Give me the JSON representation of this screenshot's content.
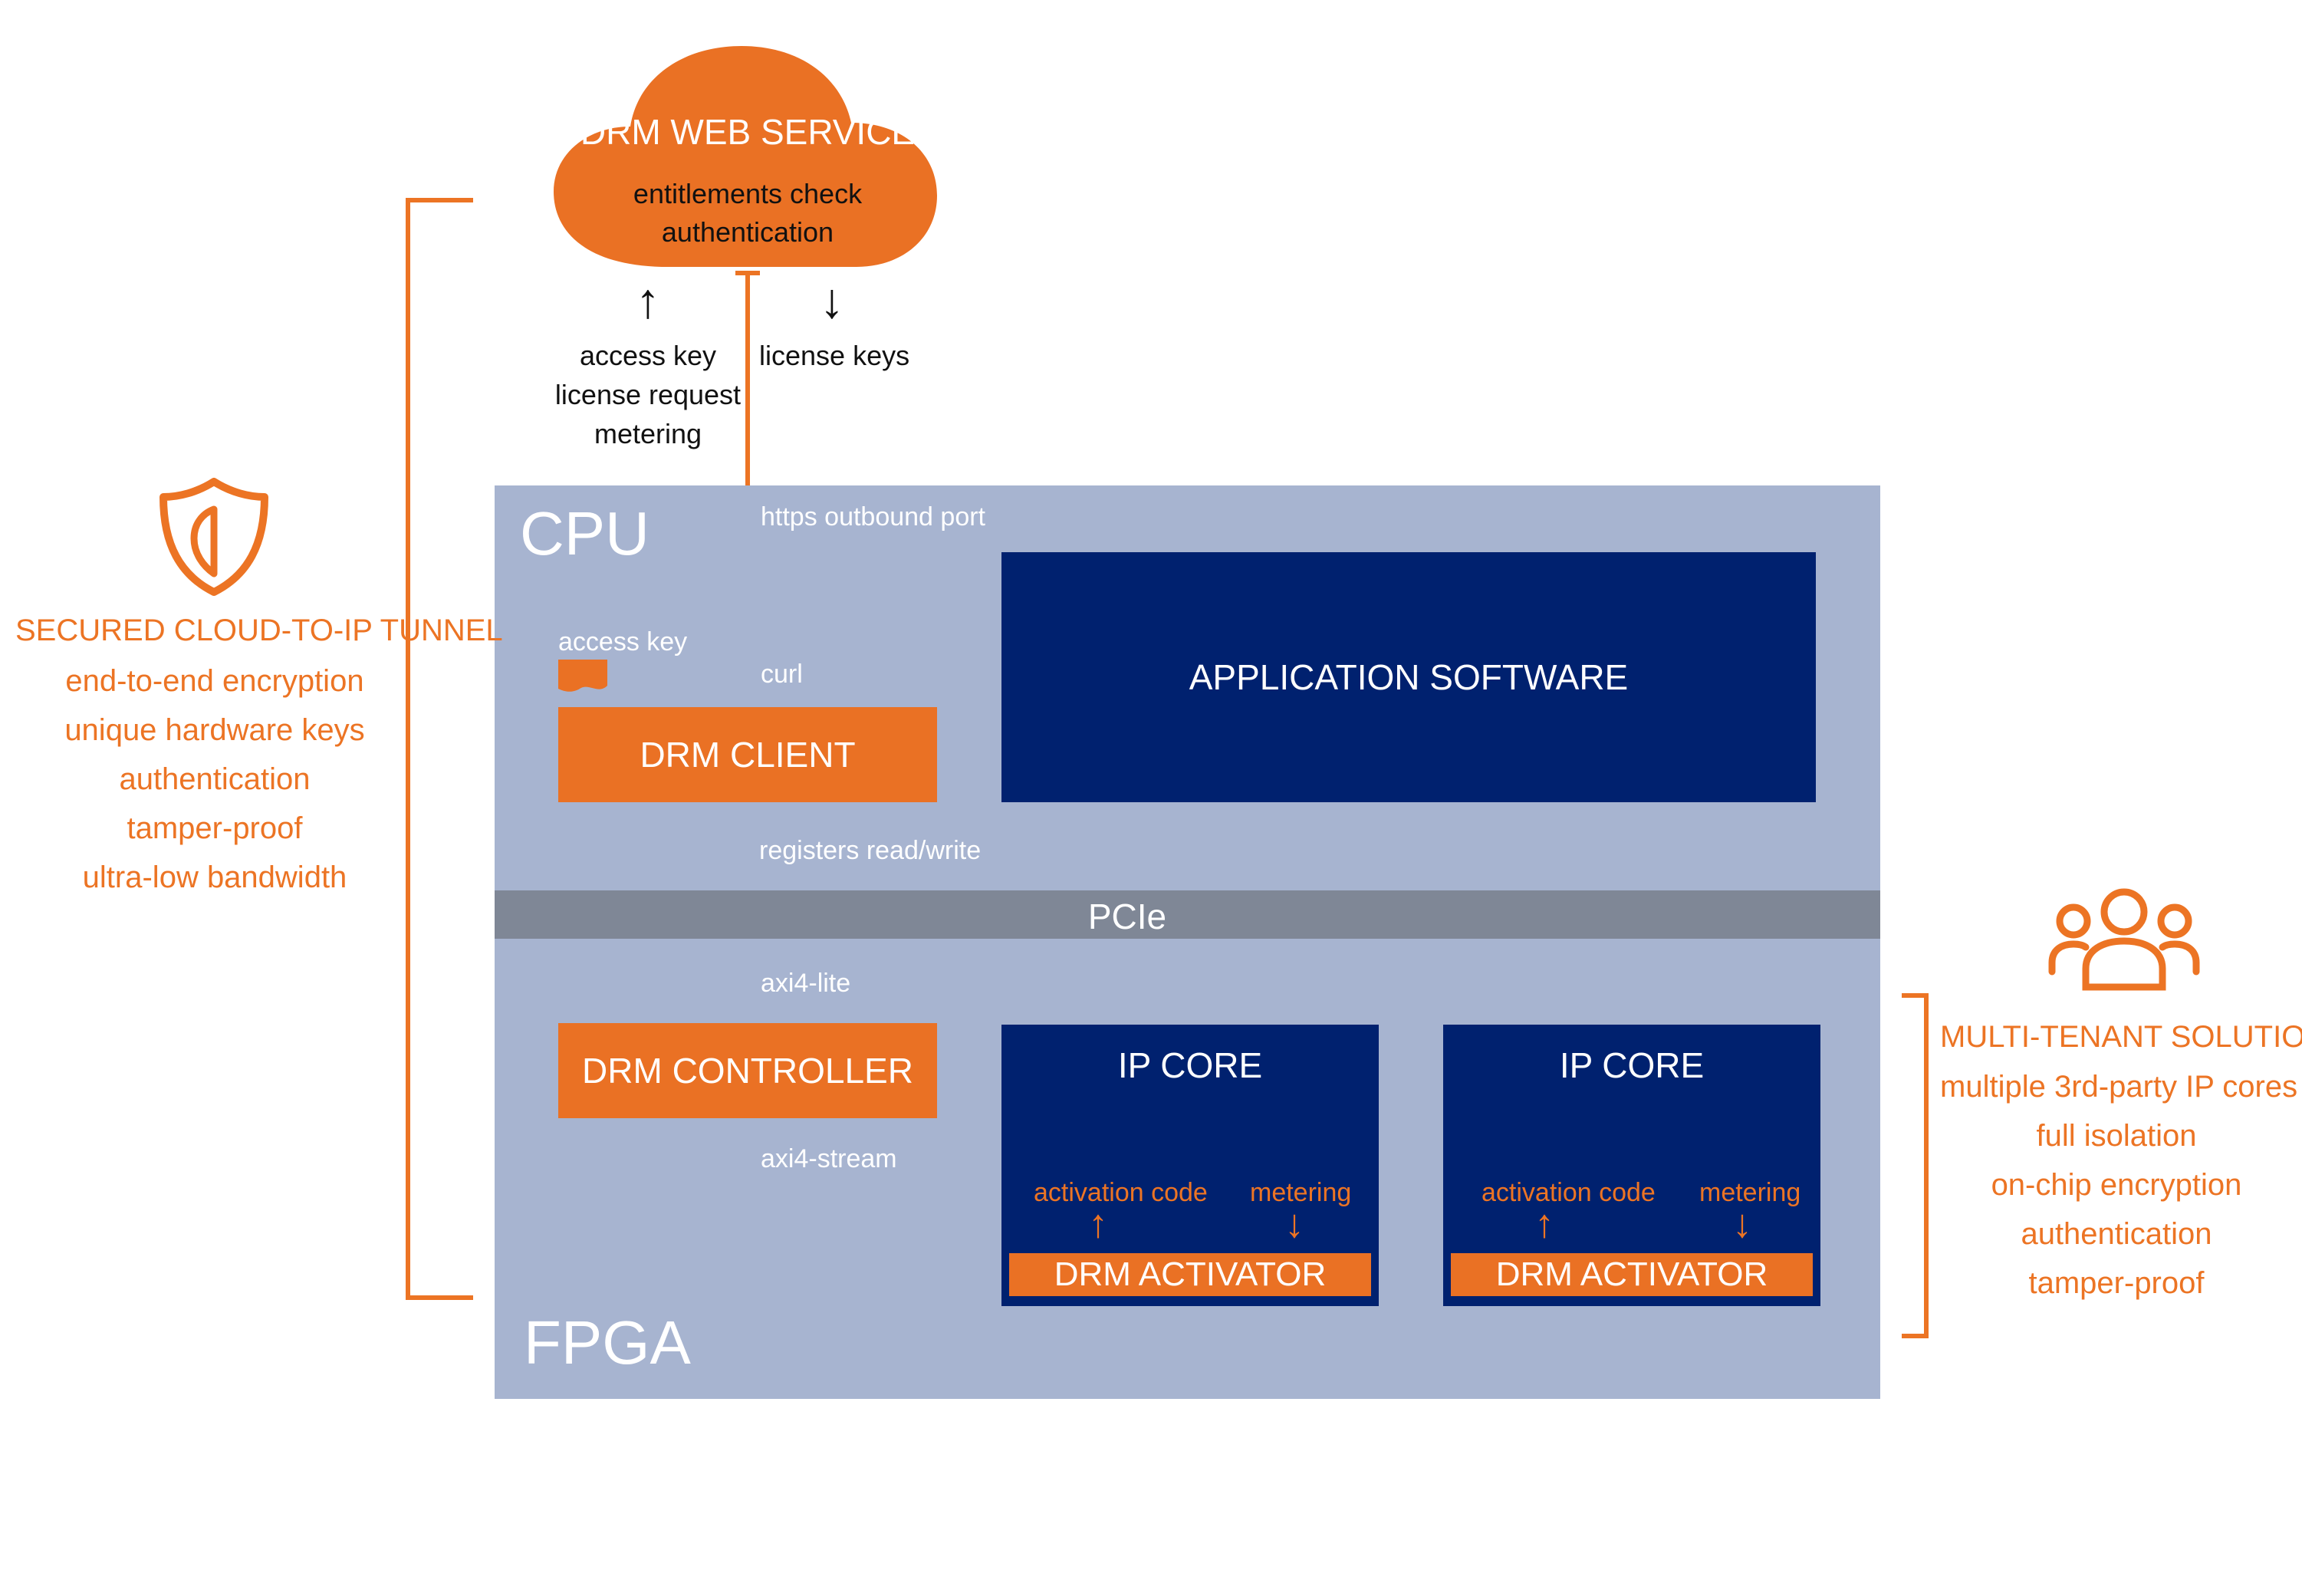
{
  "cloud": {
    "title": "DRM WEB SERVICE",
    "lines": [
      "entitlements check",
      "authentication"
    ]
  },
  "uplink": {
    "arrow": "↑",
    "lines": [
      "access key",
      "license request",
      "metering"
    ]
  },
  "downlink": {
    "arrow": "↓",
    "label": "license keys"
  },
  "cpu": {
    "label": "CPU",
    "https_label": "https outbound port",
    "curl_label": "curl",
    "access_key_label": "access key",
    "drm_client": "DRM CLIENT",
    "app_software": "APPLICATION SOFTWARE",
    "registers_label": "registers read/write"
  },
  "pcie": {
    "label": "PCIe"
  },
  "fpga": {
    "label": "FPGA",
    "axi_lite_label": "axi4-lite",
    "axi_stream_label": "axi4-stream",
    "drm_controller": "DRM CONTROLLER",
    "ip_cores": [
      {
        "title": "IP CORE",
        "activation": "activation code",
        "metering": "metering",
        "up_arrow": "↑",
        "down_arrow": "↓",
        "activator": "DRM ACTIVATOR"
      },
      {
        "title": "IP CORE",
        "activation": "activation code",
        "metering": "metering",
        "up_arrow": "↑",
        "down_arrow": "↓",
        "activator": "DRM ACTIVATOR"
      }
    ]
  },
  "left_panel": {
    "icon": "shield-icon",
    "title": "SECURED CLOUD-TO-IP TUNNEL",
    "lines": [
      "end-to-end encryption",
      "unique hardware keys",
      "authentication",
      "tamper-proof",
      "ultra-low bandwidth"
    ]
  },
  "right_panel": {
    "icon": "users-icon",
    "title": "MULTI-TENANT SOLUTION",
    "lines": [
      "multiple 3rd-party IP cores",
      "full isolation",
      "on-chip encryption",
      "authentication",
      "tamper-proof"
    ]
  },
  "colors": {
    "orange": "#ea7124",
    "navy": "#00216f",
    "panel": "#a7b4d0",
    "pcie": "#7f8796"
  }
}
